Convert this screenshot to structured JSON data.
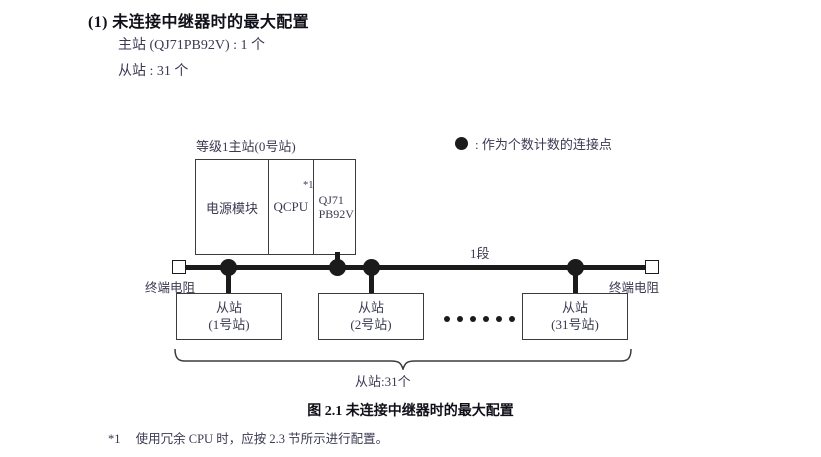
{
  "heading": {
    "title": "(1) 未连接中继器时的最大配置",
    "master_spec": "主站 (QJ71PB92V) : 1 个",
    "slave_spec": "从站 : 31 个"
  },
  "legend": {
    "symbol": "filled-circle",
    "text": ": 作为个数计数的连接点"
  },
  "diagram": {
    "master": {
      "label": "等级1主站(0号站)",
      "cells": [
        {
          "name": "power-module",
          "text": "电源模块"
        },
        {
          "name": "cpu-module",
          "text": "QCPU",
          "footnote": "*1"
        },
        {
          "name": "network-module",
          "line1": "QJ71",
          "line2": "PB92V"
        }
      ]
    },
    "bus": {
      "segment_label": "1段",
      "terminator_left_label": "终端电阻",
      "terminator_right_label": "终端电阻",
      "node_count_visible": 4
    },
    "slaves": [
      {
        "name": "slave-1",
        "line1": "从站",
        "line2": "(1号站)"
      },
      {
        "name": "slave-2",
        "line1": "从站",
        "line2": "(2号站)"
      },
      {
        "name": "slave-31",
        "line1": "从站",
        "line2": "(31号站)"
      }
    ],
    "ellipsis_dots": 6,
    "brace_label": "从站:31个"
  },
  "caption": "图 2.1  未连接中继器时的最大配置",
  "footnote": {
    "mark": "*1",
    "text": "使用冗余 CPU 时，应按 2.3 节所示进行配置。"
  },
  "colors": {
    "ink": "#1b1b1b",
    "text": "#3a3a52",
    "stroke": "#3b3b3b",
    "background": "#ffffff"
  }
}
